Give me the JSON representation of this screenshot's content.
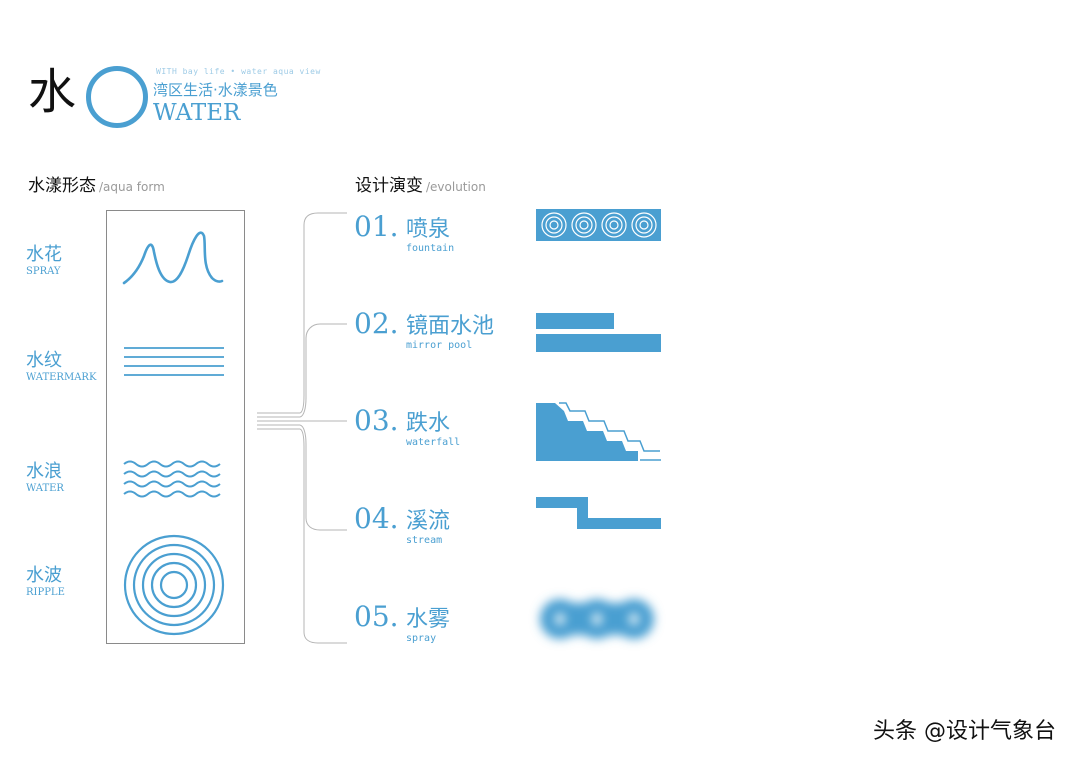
{
  "header": {
    "char": "水",
    "tagline_en": "WITH bay life • water aqua view",
    "tagline_cn": "湾区生活·水漾景色",
    "title_en": "WATER",
    "accent_color": "#4a9fd1"
  },
  "aqua_form": {
    "title": "水漾形态",
    "subtitle": "/aqua form",
    "items": [
      {
        "cn": "水花",
        "en": "SPRAY",
        "icon": "spray-wave-icon"
      },
      {
        "cn": "水纹",
        "en": "WATERMARK",
        "icon": "watermark-lines-icon"
      },
      {
        "cn": "水浪",
        "en": "WATER",
        "icon": "wavy-lines-icon"
      },
      {
        "cn": "水波",
        "en": "RIPPLE",
        "icon": "ripple-circles-icon"
      }
    ]
  },
  "evolution": {
    "title": "设计演变",
    "subtitle": "/evolution",
    "items": [
      {
        "num": "01.",
        "cn": "喷泉",
        "en": "fountain",
        "icon": "fountain-icon"
      },
      {
        "num": "02.",
        "cn": "镜面水池",
        "en": "mirror pool",
        "icon": "mirror-pool-icon"
      },
      {
        "num": "03.",
        "cn": "跌水",
        "en": "waterfall",
        "icon": "waterfall-steps-icon"
      },
      {
        "num": "04.",
        "cn": "溪流",
        "en": "stream",
        "icon": "stream-icon"
      },
      {
        "num": "05.",
        "cn": "水雾",
        "en": "spray",
        "icon": "mist-icon"
      }
    ]
  },
  "watermark": "头条 @设计气象台"
}
